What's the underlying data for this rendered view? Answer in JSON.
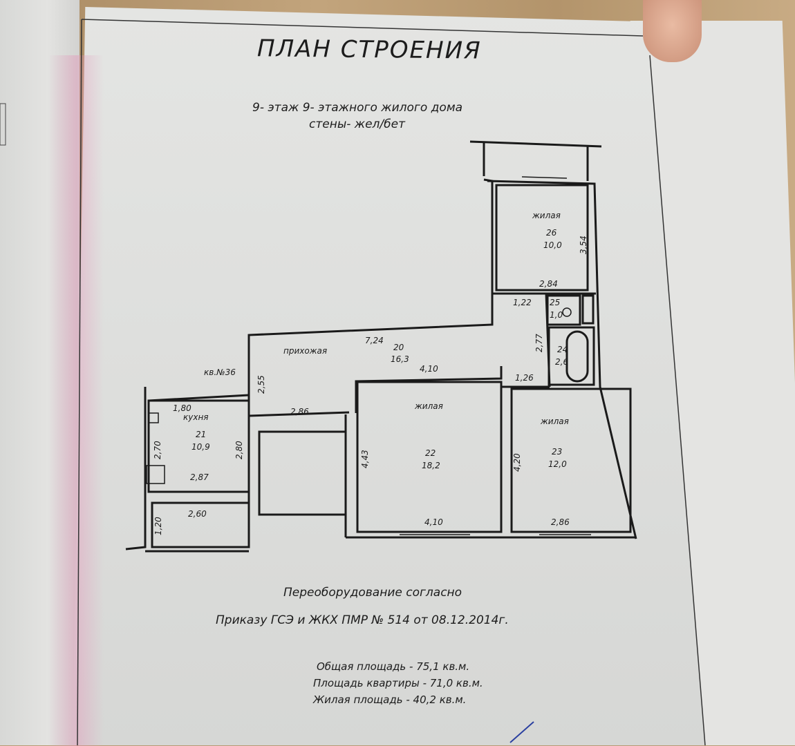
{
  "title": "ПЛАН СТРОЕНИЯ",
  "subtitle_line1": "9- этаж 9- этажного жилого дома",
  "subtitle_line2": "стены- жел/бет",
  "apartment_label": "кв.№36",
  "rooms": [
    {
      "name": "жилая",
      "number": "26",
      "area": "10,0"
    },
    {
      "name": "",
      "number": "25",
      "area": "1,0"
    },
    {
      "name": "",
      "number": "24",
      "area": "2,6"
    },
    {
      "name": "прихожая",
      "number": "20",
      "area": "16,3"
    },
    {
      "name": "кухня",
      "number": "21",
      "area": "10,9"
    },
    {
      "name": "жилая",
      "number": "22",
      "area": "18,2"
    },
    {
      "name": "жилая",
      "number": "23",
      "area": "12,0"
    }
  ],
  "dimensions": {
    "d354": "3,54",
    "d284": "2,84",
    "d122": "1,22",
    "d277": "2,77",
    "d724": "7,24",
    "d410a": "4,10",
    "d126": "1,26",
    "d255": "2,55",
    "d180": "1,80",
    "d286a": "2,86",
    "d270": "2,70",
    "d280": "2,80",
    "d287": "2,87",
    "d260": "2,60",
    "d120": "1,20",
    "d443": "4,43",
    "d410b": "4,10",
    "d420": "4,20",
    "d286b": "2,86"
  },
  "note_line1": "Переоборудование согласно",
  "note_line2": "Приказу ГСЭ и ЖКХ ПМР № 514 от 08.12.2014г.",
  "areas": {
    "total": "Общая площадь - 75,1 кв.м.",
    "apartment": "Площадь квартиры - 71,0 кв.м.",
    "living": "Жилая площадь - 40,2 кв.м."
  }
}
